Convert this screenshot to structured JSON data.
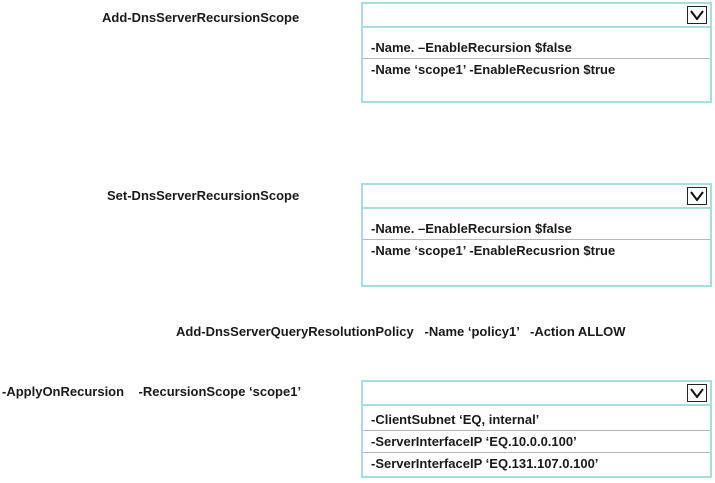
{
  "question1": {
    "label": "Add-DnsServerRecursionScope",
    "dropdown": {
      "selected": "",
      "options": [
        "-Name. –EnableRecursion $false",
        "-Name ‘scope1’  -EnableRecusrion $true"
      ]
    }
  },
  "question2": {
    "label": "Set-DnsServerRecursionScope",
    "dropdown": {
      "selected": "",
      "options": [
        "-Name. –EnableRecursion $false",
        "-Name ‘scope1’  -EnableRecusrion $true"
      ]
    }
  },
  "policy_line": "Add-DnsServerQueryResolutionPolicy   -Name ‘policy1’   -Action ALLOW",
  "question3": {
    "label": "-ApplyOnRecursion    -RecursionScope ‘scope1’",
    "dropdown": {
      "selected": "",
      "options": [
        "-ClientSubnet ‘EQ, internal’",
        "-ServerInterfaceIP ‘EQ.10.0.0.100’",
        "-ServerInterfaceIP ‘EQ.131.107.0.100’"
      ]
    }
  },
  "icons": {
    "dropdown_toggle": "chevron-down-icon"
  },
  "colors": {
    "box_border": "#a6dde0",
    "text": "#1a1a1a"
  }
}
